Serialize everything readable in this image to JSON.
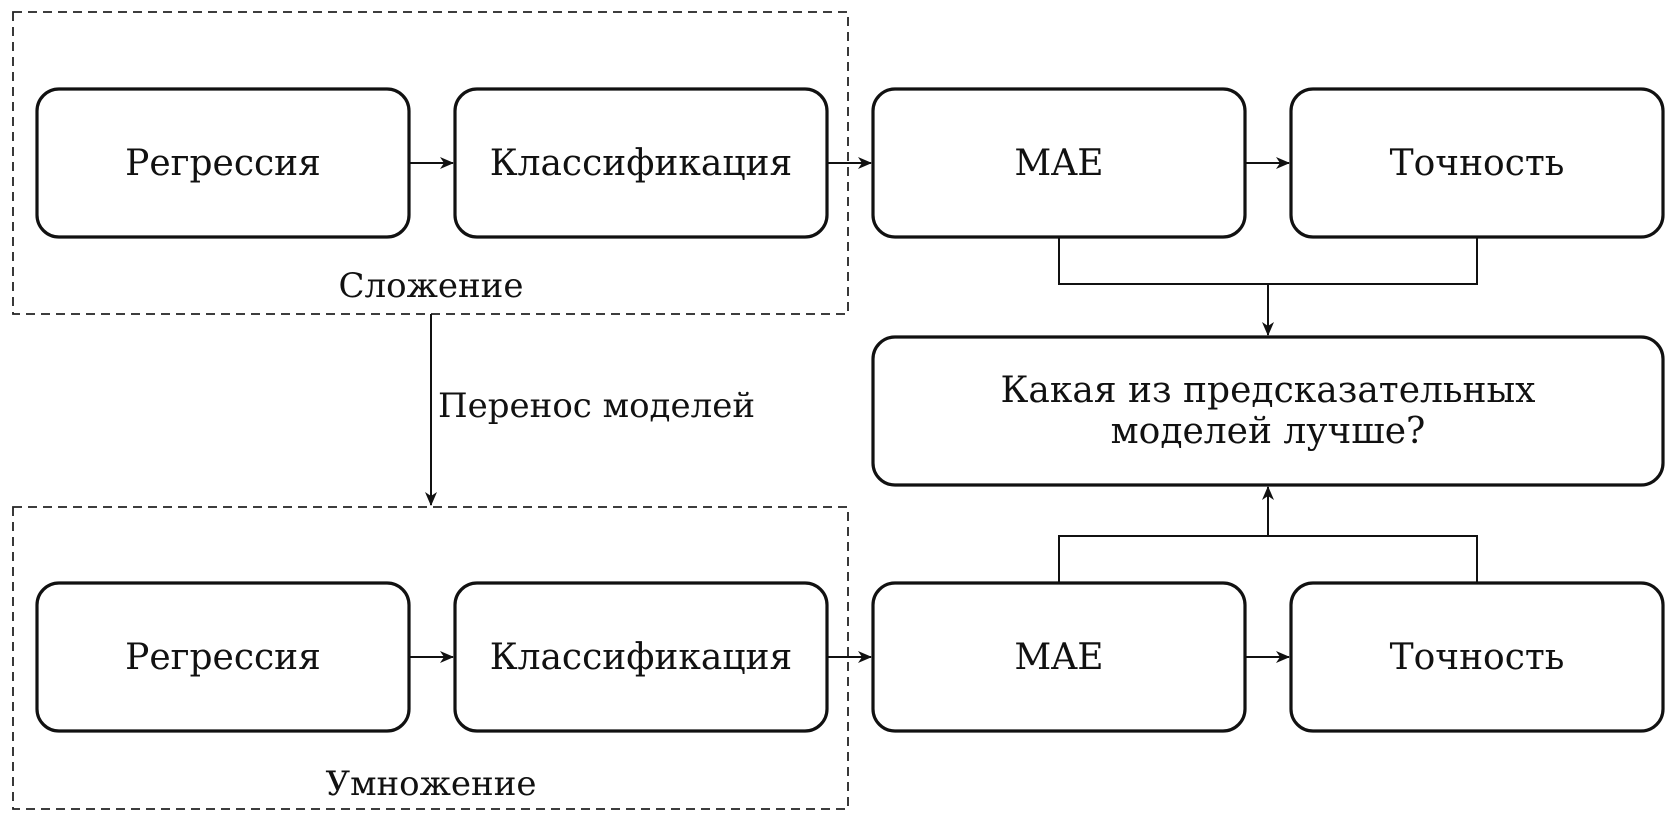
{
  "diagram": {
    "groups": [
      {
        "id": "addition",
        "label": "Сложение"
      },
      {
        "id": "multiplication",
        "label": "Умножение"
      }
    ],
    "nodes": {
      "top_regression": "Регрессия",
      "top_classification": "Классификация",
      "top_mae": "MAE",
      "top_accuracy": "Точность",
      "question_line1": "Какая из предсказательных",
      "question_line2": "моделей лучше?",
      "bottom_regression": "Регрессия",
      "bottom_classification": "Классификация",
      "bottom_mae": "MAE",
      "bottom_accuracy": "Точность"
    },
    "edges": [
      {
        "from": "top_regression",
        "to": "top_classification"
      },
      {
        "from": "top_classification",
        "to": "top_mae"
      },
      {
        "from": "top_mae",
        "to": "top_accuracy"
      },
      {
        "from": "top_mae",
        "to": "question"
      },
      {
        "from": "top_accuracy",
        "to": "question"
      },
      {
        "from": "bottom_regression",
        "to": "bottom_classification"
      },
      {
        "from": "bottom_classification",
        "to": "bottom_mae"
      },
      {
        "from": "bottom_mae",
        "to": "bottom_accuracy"
      },
      {
        "from": "bottom_mae",
        "to": "question"
      },
      {
        "from": "bottom_accuracy",
        "to": "question"
      },
      {
        "from": "addition",
        "to": "multiplication",
        "label": "Перенос моделей"
      }
    ],
    "transfer_label": "Перенос моделей"
  }
}
